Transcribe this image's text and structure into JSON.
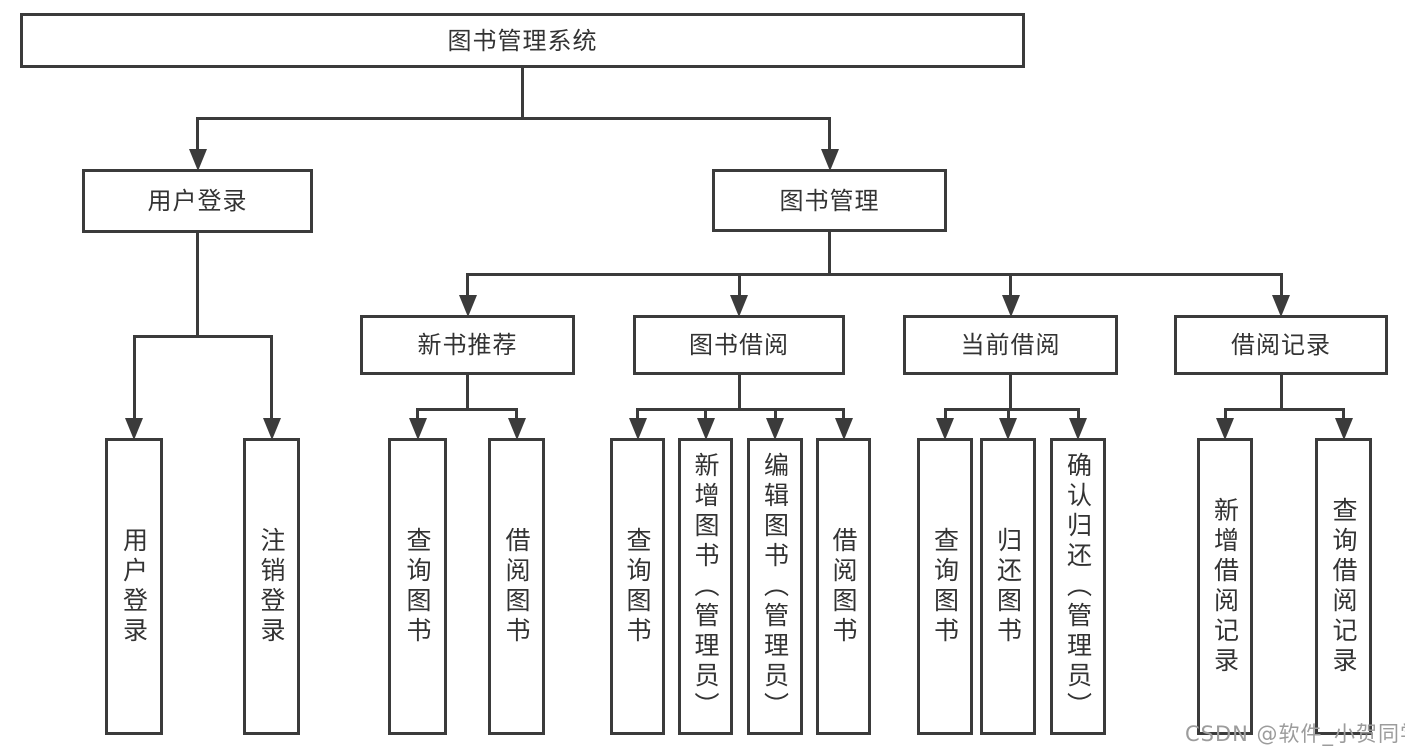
{
  "tree": {
    "label": "图书管理系统",
    "children": [
      {
        "label": "用户登录",
        "children": [
          {
            "label": "用户登录"
          },
          {
            "label": "注销登录"
          }
        ]
      },
      {
        "label": "图书管理",
        "children": [
          {
            "label": "新书推荐",
            "children": [
              {
                "label": "查询图书"
              },
              {
                "label": "借阅图书"
              }
            ]
          },
          {
            "label": "图书借阅",
            "children": [
              {
                "label": "查询图书"
              },
              {
                "label": "新增图书（管理员）"
              },
              {
                "label": "编辑图书（管理员）"
              },
              {
                "label": "借阅图书"
              }
            ]
          },
          {
            "label": "当前借阅",
            "children": [
              {
                "label": "查询图书"
              },
              {
                "label": "归还图书"
              },
              {
                "label": "确认归还（管理员）"
              }
            ]
          },
          {
            "label": "借阅记录",
            "children": [
              {
                "label": "新增借阅记录"
              },
              {
                "label": "查询借阅记录"
              }
            ]
          }
        ]
      }
    ]
  },
  "watermark": "CSDN @软件_小贺同学",
  "colors": {
    "line": "#3b3b3b",
    "text": "#333333",
    "watermark": "#9c9c9c",
    "background": "#ffffff"
  }
}
